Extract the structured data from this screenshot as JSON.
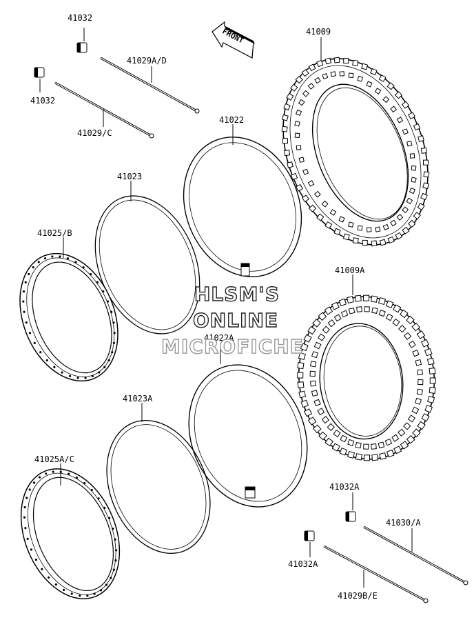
{
  "labels": {
    "p41032_top": "41032",
    "p41032_left": "41032",
    "p41029AD": "41029A/D",
    "p41029C": "41029/C",
    "p41009": "41009",
    "p41022": "41022",
    "p41023": "41023",
    "p41025B": "41025/B",
    "p41009A": "41009A",
    "p41022A": "41022A",
    "p41023A": "41023A",
    "p41025AC": "41025A/C",
    "p41032A_top": "41032A",
    "p41030A": "41030/A",
    "p41032A_bot": "41032A",
    "p41029BE": "41029B/E"
  },
  "front_arrow": "FRONT",
  "watermark": {
    "line1": "HLSM'S",
    "line2": "ONLINE",
    "line3": "MICROFICHE"
  }
}
